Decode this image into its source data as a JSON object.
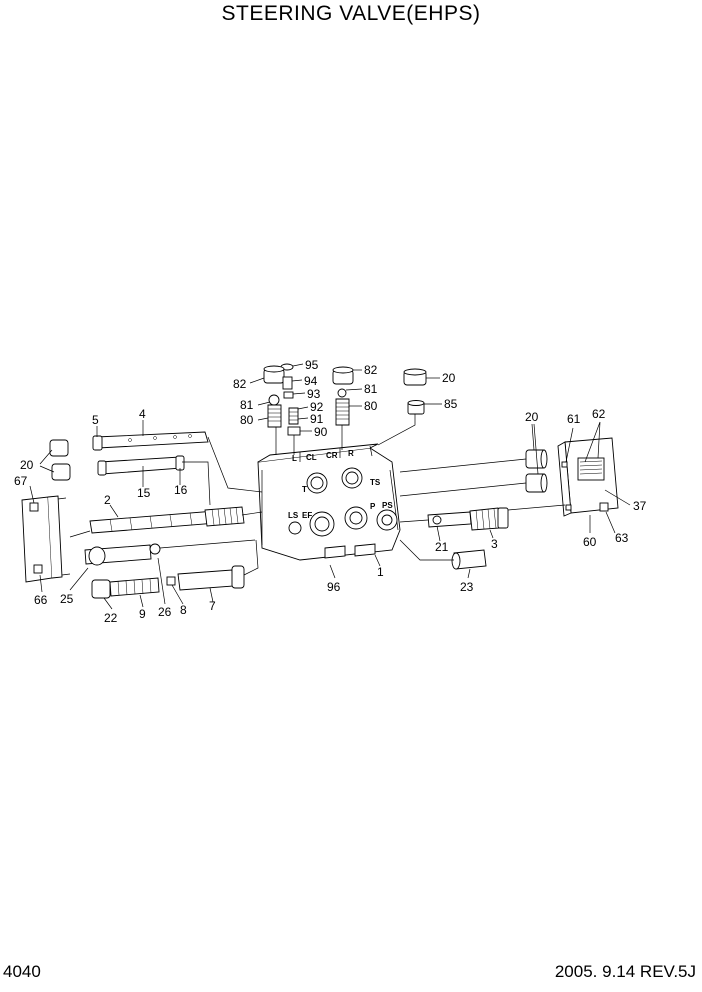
{
  "title": "STEERING VALVE(EHPS)",
  "page_number": "4040",
  "revision": "2005. 9.14  REV.5J",
  "ports": [
    "L",
    "CL",
    "CR",
    "R",
    "T",
    "TS",
    "LS",
    "EF",
    "P",
    "PS"
  ],
  "callouts": [
    "95",
    "94",
    "82",
    "93",
    "81",
    "92",
    "80",
    "91",
    "90",
    "82",
    "81",
    "80",
    "20",
    "85",
    "5",
    "4",
    "20",
    "15",
    "16",
    "67",
    "2",
    "20",
    "61",
    "62",
    "37",
    "60",
    "63",
    "25",
    "66",
    "22",
    "9",
    "26",
    "8",
    "7",
    "96",
    "1",
    "21",
    "3",
    "23"
  ]
}
